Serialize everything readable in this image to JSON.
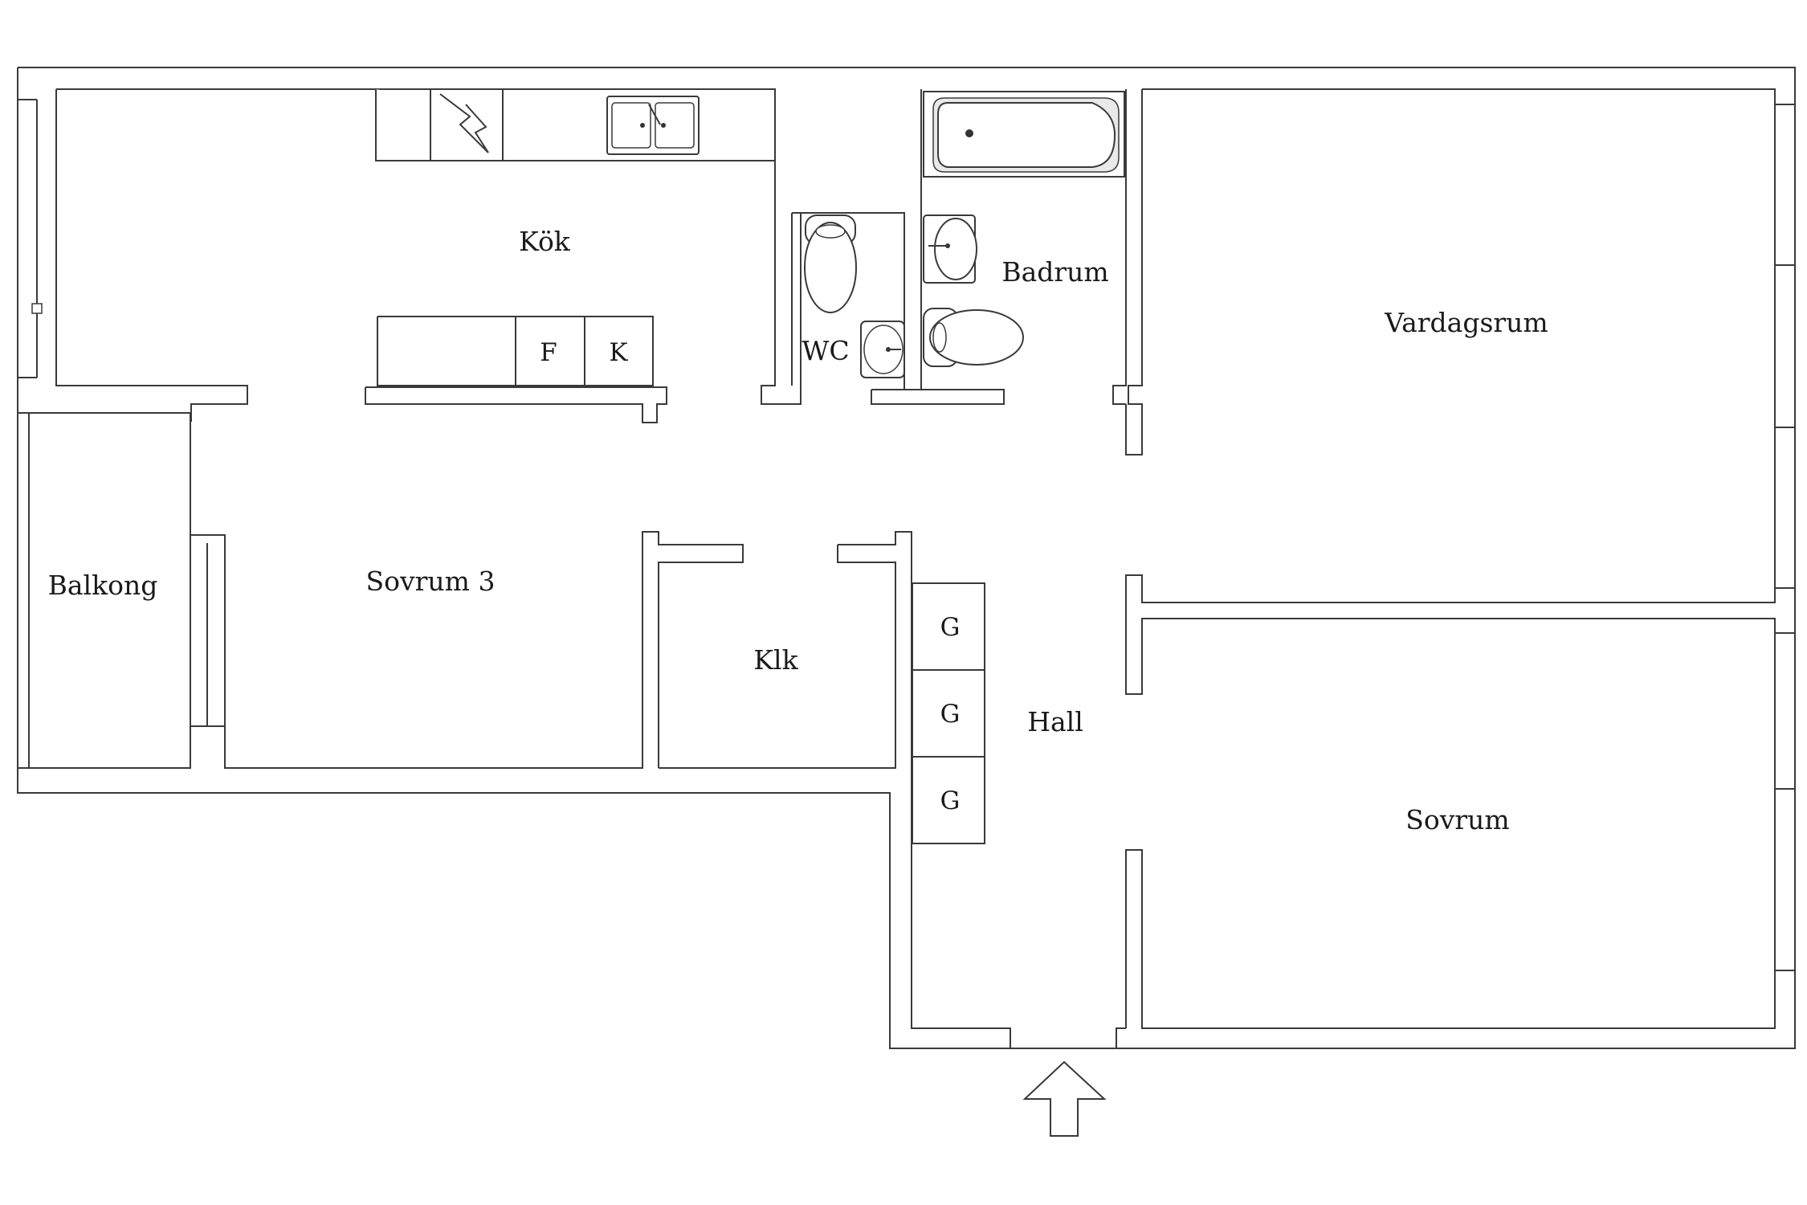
{
  "rooms": {
    "kok": "Kök",
    "badrum": "Badrum",
    "wc": "WC",
    "vardagsrum": "Vardagsrum",
    "balkong": "Balkong",
    "sovrum3": "Sovrum 3",
    "klk": "Klk",
    "hall": "Hall",
    "sovrum": "Sovrum"
  },
  "fixtures": {
    "freezer": "F",
    "fridge": "K",
    "wardrobe_1": "G",
    "wardrobe_2": "G",
    "wardrobe_3": "G"
  },
  "icons": {
    "entrance": "entrance-arrow-icon",
    "stove": "stove-icon",
    "sink": "kitchen-sink-icon",
    "bathtub": "bathtub-icon",
    "toilet": "toilet-icon",
    "washbasin": "washbasin-icon"
  },
  "colors": {
    "line": "#3a3a3a",
    "background": "#ffffff"
  }
}
